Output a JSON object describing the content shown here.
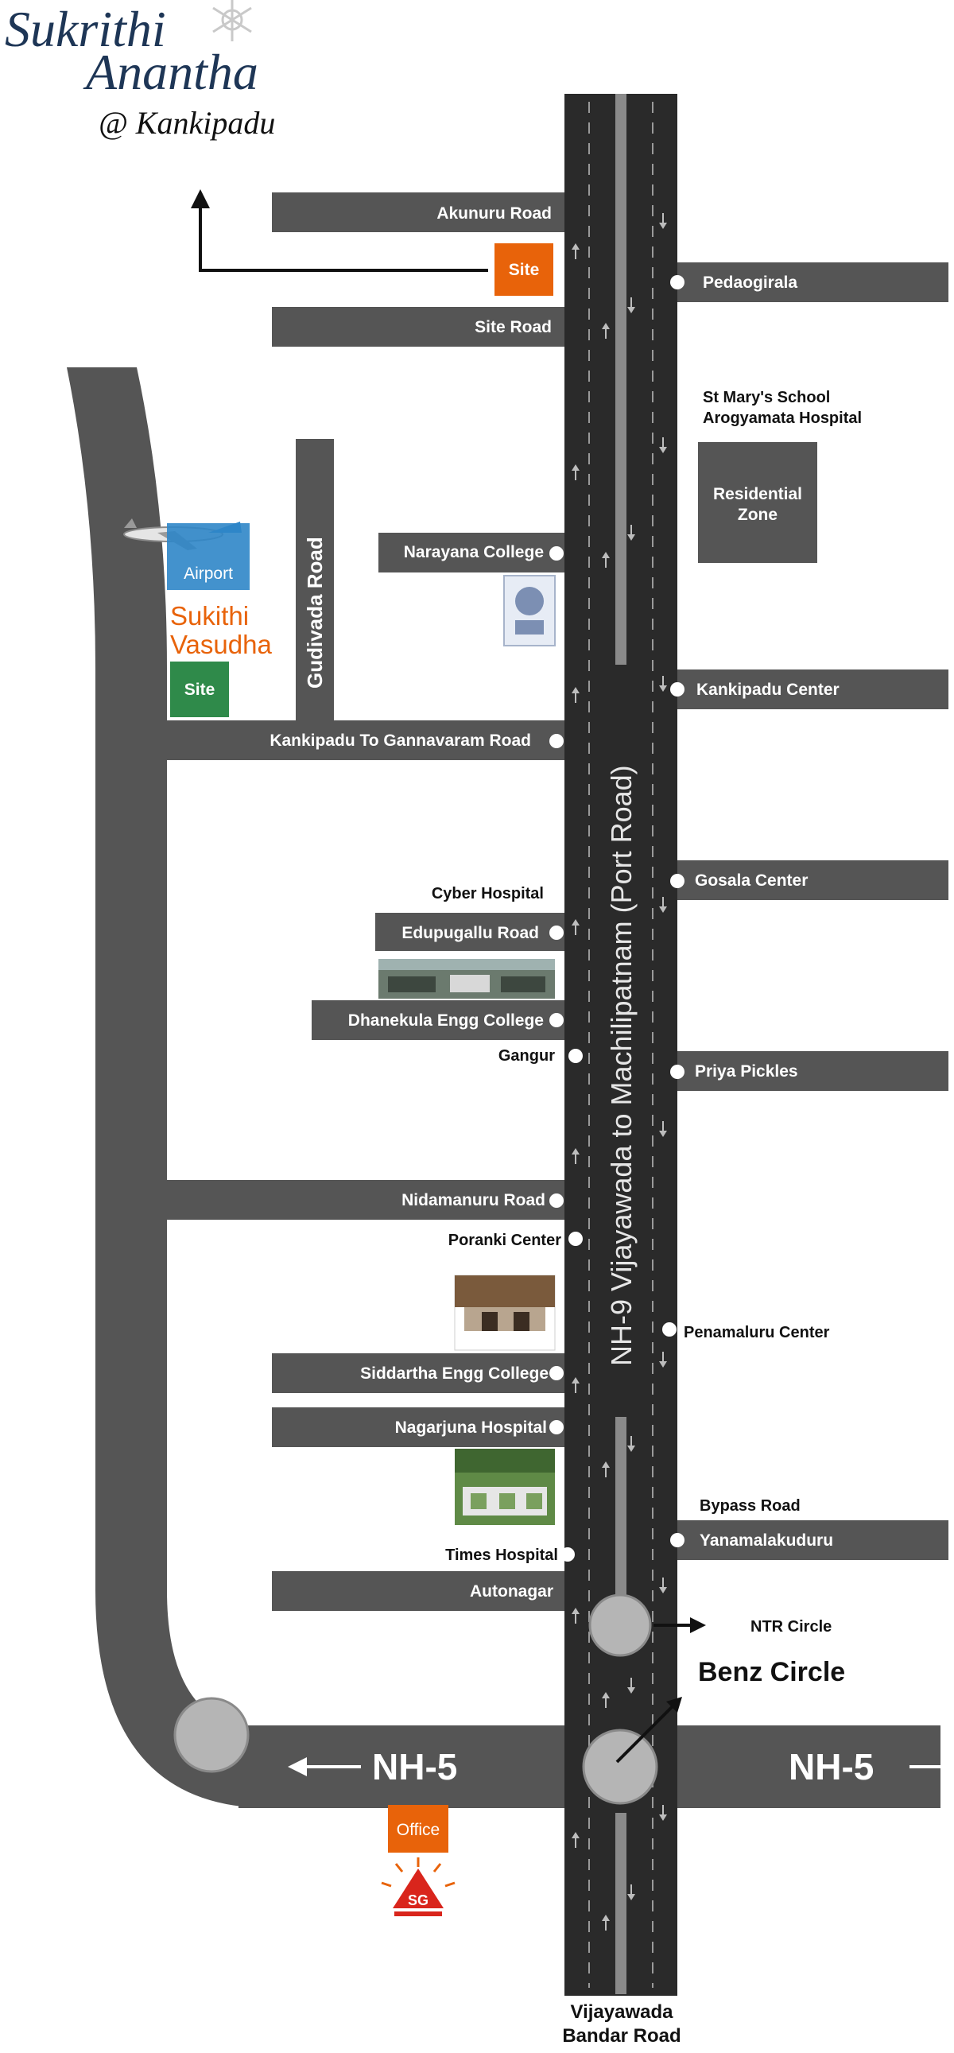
{
  "logo": {
    "line1": "Sukrithi",
    "line2": "Anantha",
    "line3": "@ Kankipadu"
  },
  "main_road": "NH-9 Vijayawada to Machilipatnam (Port Road)",
  "gudivada_road": "Gudivada Road",
  "left_roads": {
    "akunuru": "Akunuru Road",
    "site_road": "Site Road",
    "narayana": "Narayana College",
    "kankipadu_gannavaram": "Kankipadu To Gannavaram Road",
    "edupugallu": "Edupugallu Road",
    "dhanekula": "Dhanekula Engg College",
    "nidamanuru": "Nidamanuru Road",
    "siddartha": "Siddartha Engg College",
    "nagarjuna": "Nagarjuna Hospital",
    "autonagar": "Autonagar"
  },
  "left_markers": {
    "cyber": "Cyber Hospital",
    "gangur": "Gangur",
    "poranki": "Poranki Center",
    "times": "Times Hospital"
  },
  "right_roads": {
    "pedaogirala": "Pedaogirala",
    "kankipadu_center": "Kankipadu Center",
    "gosala": "Gosala Center",
    "priya": "Priya Pickles",
    "yanamalakuduru": "Yanamalakuduru"
  },
  "right_markers": {
    "st_marys": "St Mary's School",
    "arogyamata": "Arogyamata Hospital",
    "residential_1": "Residential",
    "residential_2": "Zone",
    "penamaluru": "Penamaluru Center",
    "bypass": "Bypass Road",
    "ntr": "NTR Circle",
    "benz": "Benz Circle"
  },
  "site_tag": "Site",
  "airport_tag": "Airport",
  "vasudha_1": "Sukithi",
  "vasudha_2": "Vasudha",
  "vasudha_site": "Site",
  "nh5_left": "NH-5",
  "nh5_right": "NH-5",
  "office_tag": "Office",
  "sg_logo": "SG",
  "bottom_1": "Vijayawada",
  "bottom_2": "Bandar Road",
  "colors": {
    "road": "#555555",
    "highway": "#2a2a2a",
    "site_orange": "#e8630a",
    "site_green": "#2f8a4a",
    "airport_blue": "#2f86c8",
    "circle": "#b5b5b5"
  }
}
